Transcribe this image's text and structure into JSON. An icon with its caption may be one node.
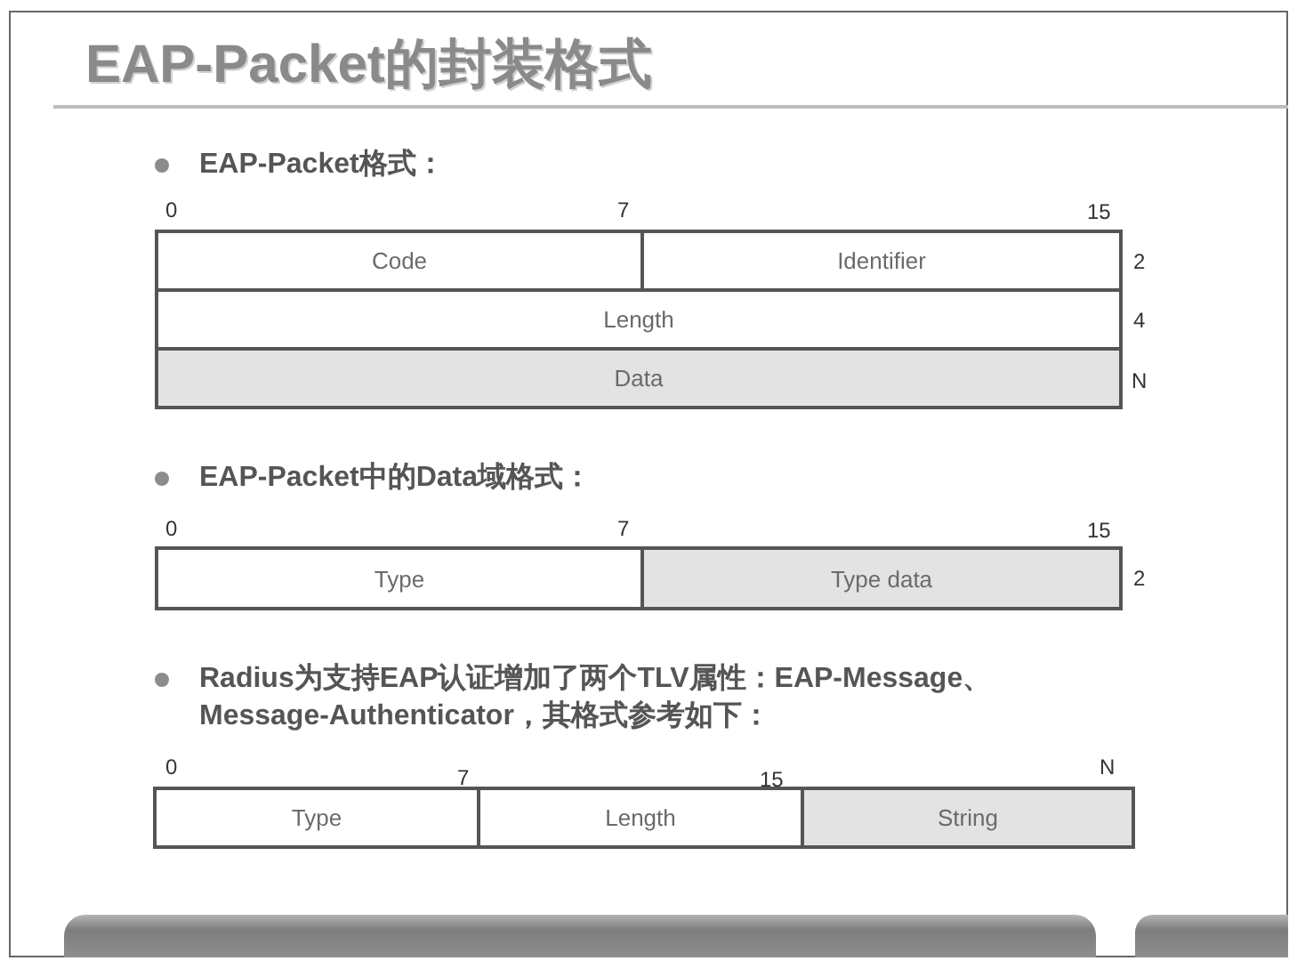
{
  "diagram": {
    "title": "EAP-Packet的封装格式",
    "nodes": [
      {
        "text": [
          "Code"
        ]
      },
      {
        "text": [
          "Identifier"
        ]
      },
      {
        "text": [
          "Length"
        ]
      },
      {
        "text": [
          "Data"
        ]
      },
      {
        "text": [
          "Type"
        ]
      },
      {
        "text": [
          "Type data"
        ]
      },
      {
        "text": [
          "Type"
        ]
      },
      {
        "text": [
          "Length"
        ]
      },
      {
        "text": [
          "String"
        ]
      }
    ],
    "labels": [
      "EAP-Packet格式：",
      "0",
      "7",
      "15",
      "2",
      "4",
      "N",
      "EAP-Packet中的Data域格式：",
      "0",
      "7",
      "15",
      "2",
      "Radius为支持EAP认证增加了两个TLV属性：EAP-Message、Message-Authenticator，其格式参考如下：",
      "0",
      "7",
      "15",
      "N"
    ]
  }
}
